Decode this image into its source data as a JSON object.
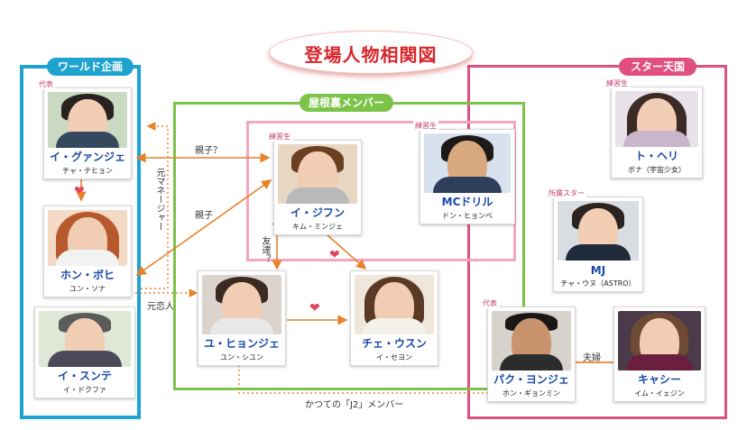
{
  "title": "登場人物相関図",
  "groups": {
    "world": "ワールド企画",
    "yane": "屋根裏メンバー",
    "star": "スター天国"
  },
  "characters": [
    {
      "id": "kwangje",
      "name": "イ・グァンジェ",
      "actor": "チャ・テヒョン",
      "tag": "代表"
    },
    {
      "id": "bohee",
      "name": "ホン・ボヒ",
      "actor": "ユン・ソナ",
      "tag": ""
    },
    {
      "id": "sunte",
      "name": "イ・スンテ",
      "actor": "イ・ドクファ",
      "tag": ""
    },
    {
      "id": "jifun",
      "name": "イ・ジフン",
      "actor": "キム・ミンジェ",
      "tag": "練習生"
    },
    {
      "id": "mcdrill",
      "name": "MCドリル",
      "actor": "ドン・ヒョンベ",
      "tag": "練習生"
    },
    {
      "id": "hyonje",
      "name": "ユ・ヒョンジェ",
      "actor": "ユン・シユン",
      "tag": ""
    },
    {
      "id": "uson",
      "name": "チェ・ウスン",
      "actor": "イ・セヨン",
      "tag": ""
    },
    {
      "id": "toheri",
      "name": "ト・ヘリ",
      "actor": "ボナ（宇宙少女）",
      "tag": "練習生"
    },
    {
      "id": "mj",
      "name": "MJ",
      "actor": "チャ・ウヌ（ASTRO）",
      "tag": "所属スター"
    },
    {
      "id": "yonje",
      "name": "パク・ヨンジェ",
      "actor": "ホン・ギョンミン",
      "tag": "代表"
    },
    {
      "id": "cassie",
      "name": "キャシー",
      "actor": "イム・イェジン",
      "tag": ""
    }
  ],
  "relations": {
    "oyako_q": "親子？",
    "oyako": "親子",
    "moto_manager": "元マネージャー",
    "moto_koibito": "元恋人",
    "tomodachi_q": "友達？",
    "fuufu": "夫婦",
    "j2": "かつての「J2」メンバー"
  },
  "colors": {
    "world": "#1ea3cf",
    "yane": "#7cc34a",
    "star": "#e04f7f",
    "arrow": "#e8822a",
    "name": "#1a4aa8",
    "title": "#d8252b"
  }
}
